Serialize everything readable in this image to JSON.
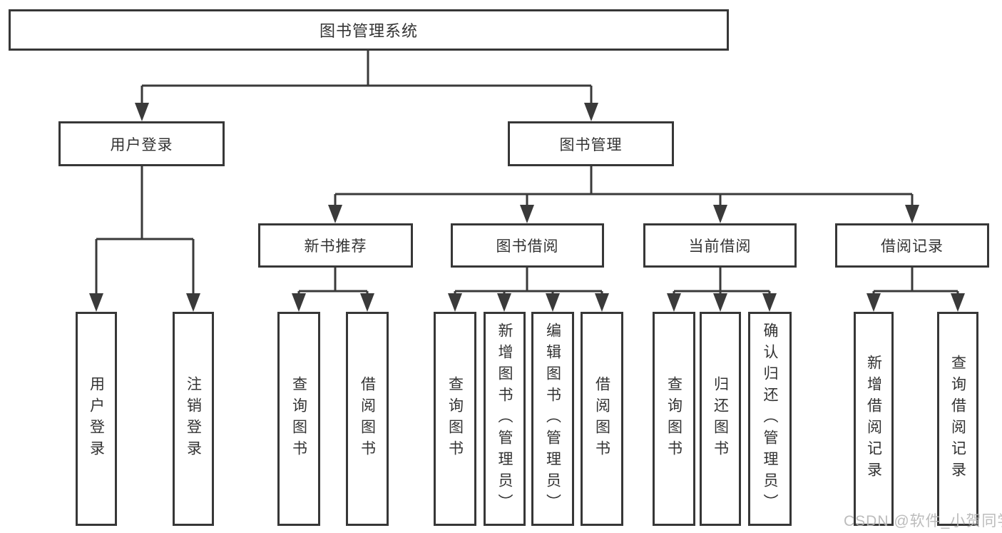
{
  "diagram": {
    "root": {
      "label": "图书管理系统"
    },
    "branches": [
      {
        "label": "用户登录",
        "children": [
          {
            "label": "用户登录"
          },
          {
            "label": "注销登录"
          }
        ]
      },
      {
        "label": "图书管理",
        "children": [
          {
            "label": "新书推荐",
            "children": [
              {
                "label": "查询图书"
              },
              {
                "label": "借阅图书"
              }
            ]
          },
          {
            "label": "图书借阅",
            "children": [
              {
                "label": "查询图书"
              },
              {
                "label": "新增图书（管理员）"
              },
              {
                "label": "编辑图书（管理员）"
              },
              {
                "label": "借阅图书"
              }
            ]
          },
          {
            "label": "当前借阅",
            "children": [
              {
                "label": "查询图书"
              },
              {
                "label": "归还图书"
              },
              {
                "label": "确认归还（管理员）"
              }
            ]
          },
          {
            "label": "借阅记录",
            "children": [
              {
                "label": "新增借阅记录"
              },
              {
                "label": "查询借阅记录"
              }
            ]
          }
        ]
      }
    ]
  },
  "watermark": {
    "text": "CSDN @软件_小贺同学",
    "color": "#b5b5b5"
  },
  "style": {
    "line_color": "#3a3a3a",
    "box_border_color": "#373737",
    "text_color": "#333333",
    "background": "#ffffff"
  }
}
